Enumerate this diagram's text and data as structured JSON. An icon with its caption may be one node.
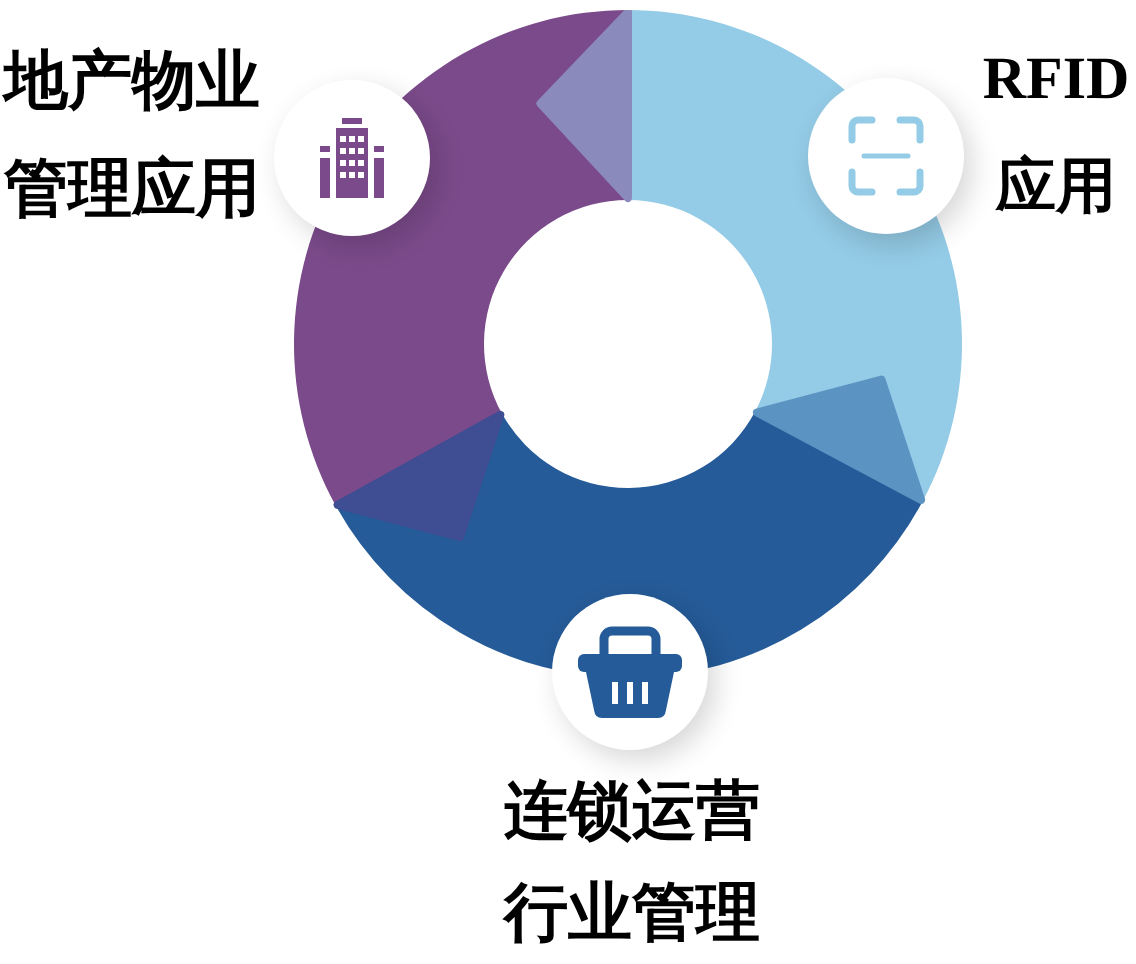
{
  "diagram": {
    "nodes": [
      {
        "text": [],
        "shape": "circle",
        "beside": [
          "地产物业管理应用"
        ]
      },
      {
        "text": [],
        "shape": "circle",
        "beside": [
          "RFID应用"
        ]
      },
      {
        "text": [],
        "shape": "circle",
        "beside": [
          "连锁运营行业管理"
        ]
      }
    ]
  }
}
